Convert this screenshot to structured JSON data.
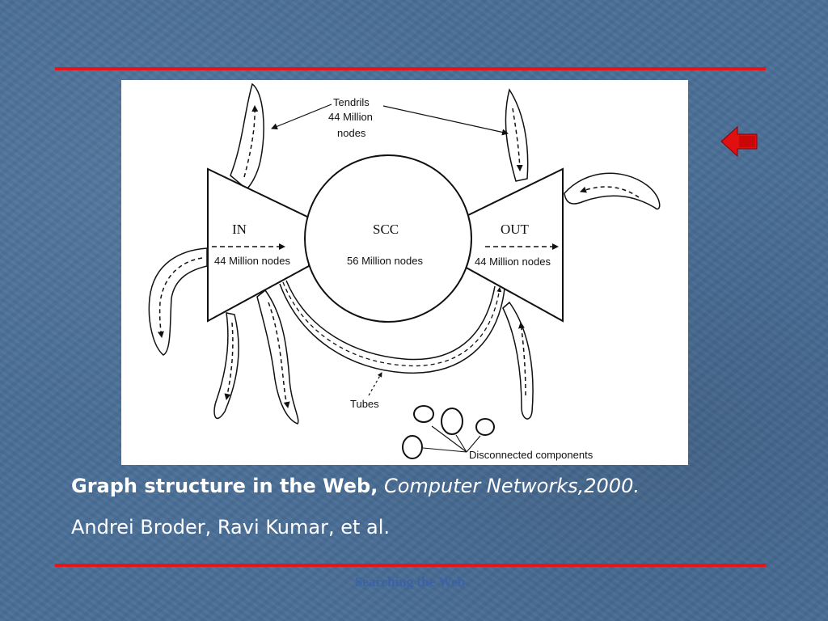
{
  "figure": {
    "tendrils": {
      "title": "Tendrils",
      "count": "44 Million",
      "unit": "nodes"
    },
    "in": {
      "title": "IN",
      "size": "44 Million nodes"
    },
    "scc": {
      "title": "SCC",
      "size": "56 Million nodes"
    },
    "out": {
      "title": "OUT",
      "size": "44 Million nodes"
    },
    "tubes": "Tubes",
    "disconnected": "Disconnected components"
  },
  "caption": {
    "title": "Graph structure in the Web,",
    "journal": "Computer Networks,2000.",
    "authors": "Andrei Broder, Ravi Kumar, et al."
  },
  "footer": "Searching the Web",
  "colors": {
    "background": "#4a6f98",
    "rule": "#e8141c",
    "caption": "#ffffff",
    "footer": "#3a62a6",
    "back_arrow": "#e01010"
  },
  "icons": {
    "back": "back-arrow-icon"
  }
}
